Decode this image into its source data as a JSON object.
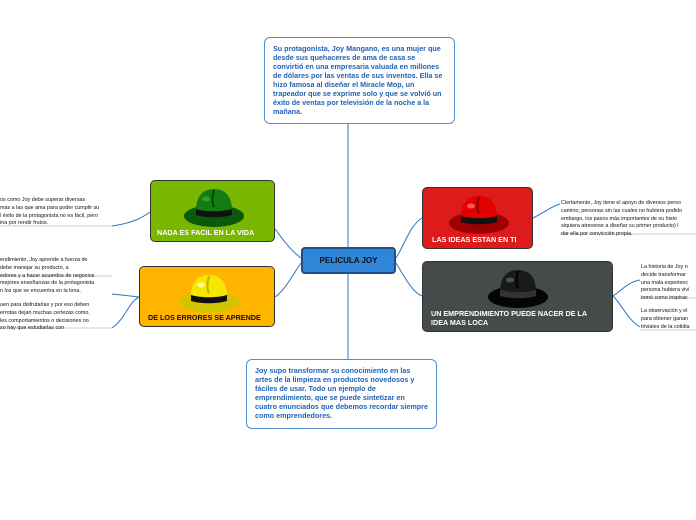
{
  "map": {
    "central": "PELICULA JOY",
    "top_note": "Su protagonista, Joy Mangano, es una mujer que desde sus quehaceres de ama de casa se convirtió en una empresaria valuada en millones de dólares por las ventas de sus inventos. Ella se hizo famosa al diseñar el Miracle Mop, un trapeador que se exprime solo y que se volvió un éxito de ventas por televisión de la noche a la mañana.",
    "bottom_note": "Joy supo transformar su conocimiento en las artes de la limpieza en productos novedosos y fáciles de usar. Todo un ejemplo de emprendimiento, que se puede sintetizar en cuatro enunciados que debemos recordar siempre como emprendedores.",
    "topics": {
      "green": {
        "label": "NADA ES FACIL EN LA VIDA",
        "color": "#7ab800",
        "hat_color": "green"
      },
      "yellow": {
        "label": "DE LOS ERRORES SE APRENDE",
        "color": "#ffb400",
        "hat_color": "yellow"
      },
      "red": {
        "label": "LAS IDEAS ESTAN EN TI",
        "color": "#dd1b1b",
        "hat_color": "red"
      },
      "black": {
        "label": "UN EMPRENDIMIENTO PUEDE NACER DE LA IDEA MAS LOCA",
        "color": "#454b4b",
        "hat_color": "black"
      }
    },
    "subtopics": {
      "green_1": [
        "os como Joy debe superar diversas",
        "mas a las que ama para poder cumplir su",
        "l éxito de la protagonista no es fácil, pero",
        "ina por rendir frutos."
      ],
      "yellow_1": [
        "endimiento, Joy aprende a fuerza de",
        "debe manejar su producto, a",
        "edores y a hacer acuerdos de negocios",
        "mejores enseñanzas de la protagonista",
        "n los que se encuentra en la lona."
      ],
      "yellow_2": [
        "uen para disfrutarlas y por eso deben",
        "errotas dejan muchas certezas como,",
        "les comportamientos o decisiones no",
        "so hay que estudiarlas con"
      ],
      "red_1": [
        "Ciertamente, Joy tiene el apoyo de diversos perso",
        "camino; personas sin las cuales no hubiera podido",
        "embargo, los pasos más importantes de su histo",
        "siquiera atreverse a diseñar su primer producto) l",
        "dar ella por convicción propia."
      ],
      "black_1": [
        "La historia de Joy n",
        "decide transformar",
        "una mala experienc",
        "persona hubiera vivi",
        "tomó como inspirac"
      ],
      "black_2": [
        "La observación y el",
        "para obtener ganan",
        "triviales de la cotidia"
      ]
    }
  }
}
